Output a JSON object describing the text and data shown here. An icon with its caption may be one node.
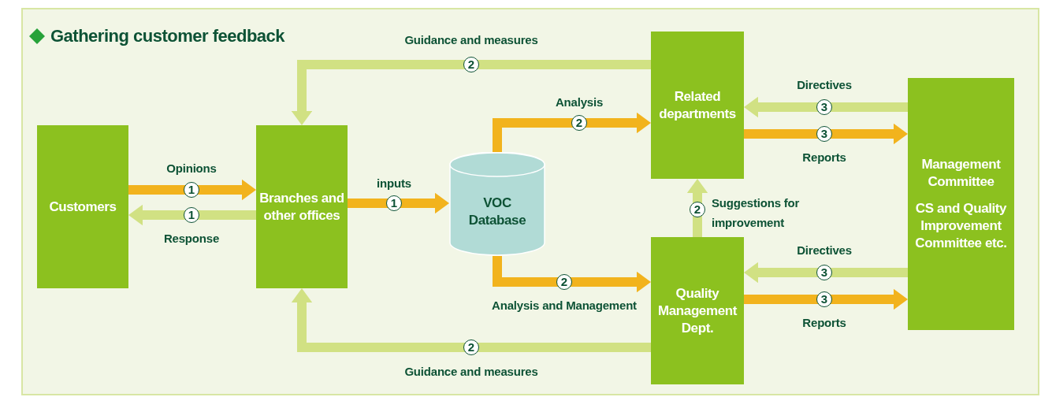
{
  "diagram": {
    "title": "Gathering customer feedback",
    "nodes": [
      {
        "text": [
          "Customers"
        ]
      },
      {
        "text": [
          "Branches and other offices"
        ]
      },
      {
        "text": [
          "VOC Database"
        ]
      },
      {
        "text": [
          "Related departments"
        ]
      },
      {
        "text": [
          "Quality Management Dept."
        ]
      },
      {
        "text": [
          "Management Committee",
          "CS and Quality Improvement Committee etc."
        ]
      }
    ],
    "edges": [
      {
        "from": 0,
        "to": 1,
        "arrow": "to",
        "label": "Opinions",
        "color": "#f2b31d"
      },
      {
        "from": 1,
        "to": 0,
        "arrow": "to",
        "label": "Response",
        "color": "#d1e183"
      },
      {
        "from": 1,
        "to": 2,
        "arrow": "to",
        "label": "inputs",
        "color": "#f2b31d"
      },
      {
        "from": 2,
        "to": 3,
        "arrow": "to",
        "label": "Analysis",
        "color": "#f2b31d"
      },
      {
        "from": 2,
        "to": 4,
        "arrow": "to",
        "label": "Analysis and Management",
        "color": "#f2b31d"
      },
      {
        "from": 3,
        "to": 1,
        "arrow": "to",
        "label": "Guidance and measures",
        "color": "#d1e183"
      },
      {
        "from": 4,
        "to": 1,
        "arrow": "to",
        "label": "Guidance and measures",
        "color": "#d1e183"
      },
      {
        "from": 4,
        "to": 3,
        "arrow": "to",
        "label": "Suggestions for improvement",
        "color": "#d1e183"
      },
      {
        "from": 5,
        "to": 3,
        "arrow": "to",
        "label": "Directives",
        "color": "#d1e183"
      },
      {
        "from": 3,
        "to": 5,
        "arrow": "to",
        "label": "Reports",
        "color": "#f2b31d"
      },
      {
        "from": 5,
        "to": 4,
        "arrow": "to",
        "label": "Directives",
        "color": "#d1e183"
      },
      {
        "from": 4,
        "to": 5,
        "arrow": "to",
        "label": "Reports",
        "color": "#f2b31d"
      }
    ],
    "labels": [
      "2",
      "3",
      "2",
      "3",
      "1",
      "1",
      "2",
      "1",
      "3",
      "2",
      "3",
      "2"
    ]
  }
}
